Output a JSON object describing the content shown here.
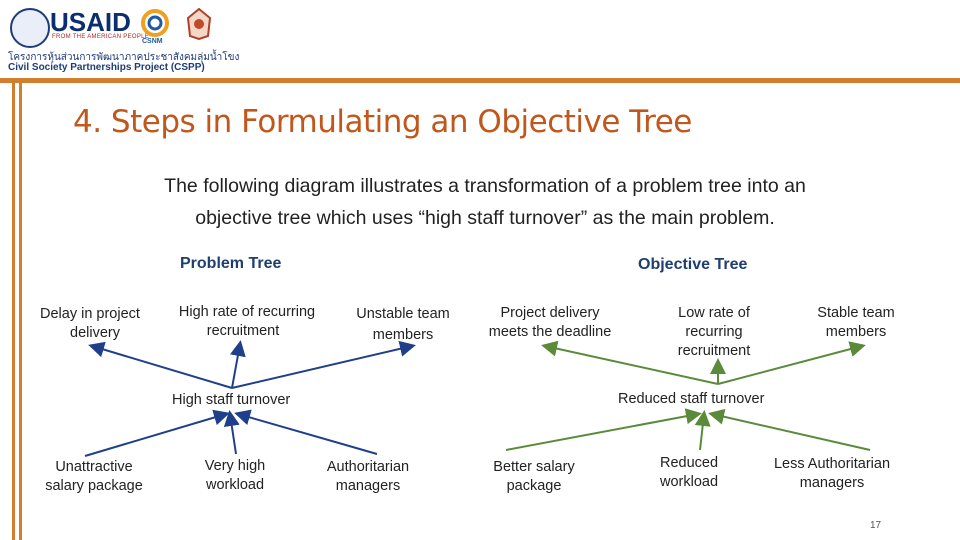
{
  "header": {
    "usaid_word": "USAID",
    "usaid_tagline": "FROM THE AMERICAN PEOPLE",
    "csnm_word": "CSNM",
    "thai_line": "โครงการหุ้นส่วนการพัฒนาภาคประชาสังคมลุ่มน้ำโขง",
    "project_line": "Civil Society Partnerships Project (CSPP)"
  },
  "slide": {
    "title": "4. Steps in Formulating an Objective Tree",
    "intro_line1": "The following diagram illustrates a transformation of a problem tree into an",
    "intro_line2": "objective tree which uses “high staff turnover” as the main problem.",
    "page_number": "17"
  },
  "problem_tree": {
    "heading": "Problem Tree",
    "effects": [
      "Delay in project delivery",
      "High rate of recurring recruitment",
      "Unstable team members"
    ],
    "effect_1a": "Delay in project",
    "effect_1b": "delivery",
    "effect_2a": "High rate of recurring",
    "effect_2b": "recruitment",
    "effect_3a": "Unstable team",
    "effect_3b": "members",
    "core_problem": "High staff turnover",
    "cause_1a": "Unattractive",
    "cause_1b": "salary package",
    "cause_2a": "Very high",
    "cause_2b": "workload",
    "cause_3a": "Authoritarian",
    "cause_3b": "managers"
  },
  "objective_tree": {
    "heading": "Objective Tree",
    "end_1a": "Project delivery",
    "end_1b": "meets the deadline",
    "end_2a": "Low rate of",
    "end_2b": "recurring",
    "end_2c": "recruitment",
    "end_3a": "Stable team",
    "end_3b": "members",
    "core_objective": "Reduced staff turnover",
    "means_1a": "Better salary",
    "means_1b": "package",
    "means_2a": "Reduced",
    "means_2b": "workload",
    "means_3a": "Less Authoritarian",
    "means_3b": "managers"
  },
  "colors": {
    "accent_orange": "#d17f2f",
    "title_orange": "#c0571c",
    "problem_arrow": "#1f3f8a",
    "objective_arrow": "#5a8a3a",
    "heading_blue": "#1f3f6f"
  }
}
